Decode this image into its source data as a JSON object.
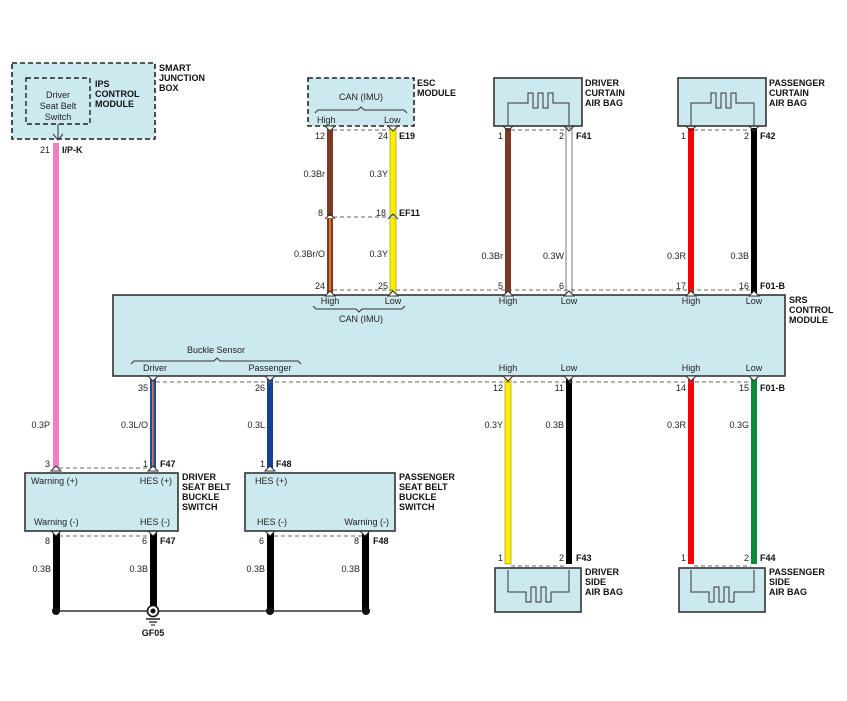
{
  "colors": {
    "background": "#ffffff",
    "module_fill": "#cde9f0",
    "wire": {
      "P": "#f27ec0",
      "Br": "#7a3b22",
      "Br/O": "#8a4a20",
      "Y": "#ffee00",
      "W": "#ffffff",
      "R": "#ff0000",
      "B": "#000000",
      "L": "#173f96",
      "L/O": "#1f4aa0",
      "G": "#0a8a3a"
    }
  },
  "components": {
    "smart_junction_box": {
      "name": "SMART\nJUNCTION\nBOX",
      "lines": [
        "SMART",
        "JUNCTION",
        "BOX"
      ]
    },
    "ips_control_module": {
      "lines": [
        "IPS",
        "CONTROL",
        "MODULE"
      ]
    },
    "driver_seat_belt_switch_inner": {
      "lines": [
        "Driver",
        "Seat Belt",
        "Switch"
      ]
    },
    "esc_module": {
      "lines": [
        "ESC",
        "MODULE"
      ],
      "bus_label": "CAN (IMU)",
      "pins": [
        "High",
        "Low"
      ]
    },
    "driver_curtain_air_bag": {
      "lines": [
        "DRIVER",
        "CURTAIN",
        "AIR BAG"
      ]
    },
    "passenger_curtain_air_bag": {
      "lines": [
        "PASSENGER",
        "CURTAIN",
        "AIR BAG"
      ]
    },
    "srs_control_module": {
      "lines": [
        "SRS",
        "CONTROL",
        "MODULE"
      ],
      "top_bus_label": "CAN (IMU)",
      "top_pins": [
        "High",
        "Low",
        "High",
        "Low",
        "High",
        "Low"
      ],
      "bottom_group_label": "Buckle Sensor",
      "bottom_group_pins": [
        "Driver",
        "Passenger"
      ],
      "bottom_pins": [
        "High",
        "Low",
        "High",
        "Low"
      ]
    },
    "driver_seat_belt_buckle_switch": {
      "lines": [
        "DRIVER",
        "SEAT BELT",
        "BUCKLE",
        "SWITCH"
      ],
      "pins_top": [
        "Warning (+)",
        "HES (+)"
      ],
      "pins_bottom": [
        "Warning (-)",
        "HES (-)"
      ]
    },
    "passenger_seat_belt_buckle_switch": {
      "lines": [
        "PASSENGER",
        "SEAT BELT",
        "BUCKLE",
        "SWITCH"
      ],
      "pins_top": [
        "HES (+)"
      ],
      "pins_bottom": [
        "HES (-)",
        "Warning (-)"
      ]
    },
    "driver_side_air_bag": {
      "lines": [
        "DRIVER",
        "SIDE",
        "AIR BAG"
      ]
    },
    "passenger_side_air_bag": {
      "lines": [
        "PASSENGER",
        "SIDE",
        "AIR BAG"
      ]
    }
  },
  "connectors": {
    "ipk": "I/P-K",
    "e19": "E19",
    "ef11": "EF11",
    "f41": "F41",
    "f42": "F42",
    "f01b_top": "F01-B",
    "f01b_bottom": "F01-B",
    "f47_top": "F47",
    "f47_bottom": "F47",
    "f48_top": "F48",
    "f48_bottom": "F48",
    "f43": "F43",
    "f44": "F44",
    "ground": "GF05"
  },
  "wires": [
    {
      "id": "sjb-pink",
      "spec": "0.3P",
      "color": "P",
      "pin_from": "21",
      "pin_to": "3"
    },
    {
      "id": "esc-high-upper",
      "spec": "0.3Br",
      "color": "Br",
      "pin_from": "12",
      "pin_to": "8"
    },
    {
      "id": "esc-low-upper",
      "spec": "0.3Y",
      "color": "Y",
      "pin_from": "24",
      "pin_to": "18"
    },
    {
      "id": "esc-high-lower",
      "spec": "0.3Br/O",
      "color": "Br/O",
      "pin_from": "8",
      "pin_to": "24"
    },
    {
      "id": "esc-low-lower",
      "spec": "0.3Y",
      "color": "Y",
      "pin_from": "18",
      "pin_to": "25"
    },
    {
      "id": "dc-high",
      "spec": "0.3Br",
      "color": "Br",
      "pin_from": "1",
      "pin_to": "5"
    },
    {
      "id": "dc-low",
      "spec": "0.3W",
      "color": "W",
      "pin_from": "2",
      "pin_to": "6"
    },
    {
      "id": "pc-high",
      "spec": "0.3R",
      "color": "R",
      "pin_from": "1",
      "pin_to": "17"
    },
    {
      "id": "pc-low",
      "spec": "0.3B",
      "color": "B",
      "pin_from": "2",
      "pin_to": "16"
    },
    {
      "id": "buckle-driver",
      "spec": "0.3L/O",
      "color": "L/O",
      "pin_from": "35",
      "pin_to": "1"
    },
    {
      "id": "buckle-passenger",
      "spec": "0.3L",
      "color": "L",
      "pin_from": "26",
      "pin_to": "1"
    },
    {
      "id": "ds-high",
      "spec": "0.3Y",
      "color": "Y",
      "pin_from": "12",
      "pin_to": "1"
    },
    {
      "id": "ds-low",
      "spec": "0.3B",
      "color": "B",
      "pin_from": "11",
      "pin_to": "2"
    },
    {
      "id": "ps-high",
      "spec": "0.3R",
      "color": "R",
      "pin_from": "14",
      "pin_to": "1"
    },
    {
      "id": "ps-low",
      "spec": "0.3G",
      "color": "G",
      "pin_from": "15",
      "pin_to": "2"
    },
    {
      "id": "gnd-1",
      "spec": "0.3B",
      "color": "B",
      "pin_from": "8",
      "pin_to": ""
    },
    {
      "id": "gnd-2",
      "spec": "0.3B",
      "color": "B",
      "pin_from": "6",
      "pin_to": ""
    },
    {
      "id": "gnd-3",
      "spec": "0.3B",
      "color": "B",
      "pin_from": "6",
      "pin_to": ""
    },
    {
      "id": "gnd-4",
      "spec": "0.3B",
      "color": "B",
      "pin_from": "8",
      "pin_to": ""
    }
  ]
}
